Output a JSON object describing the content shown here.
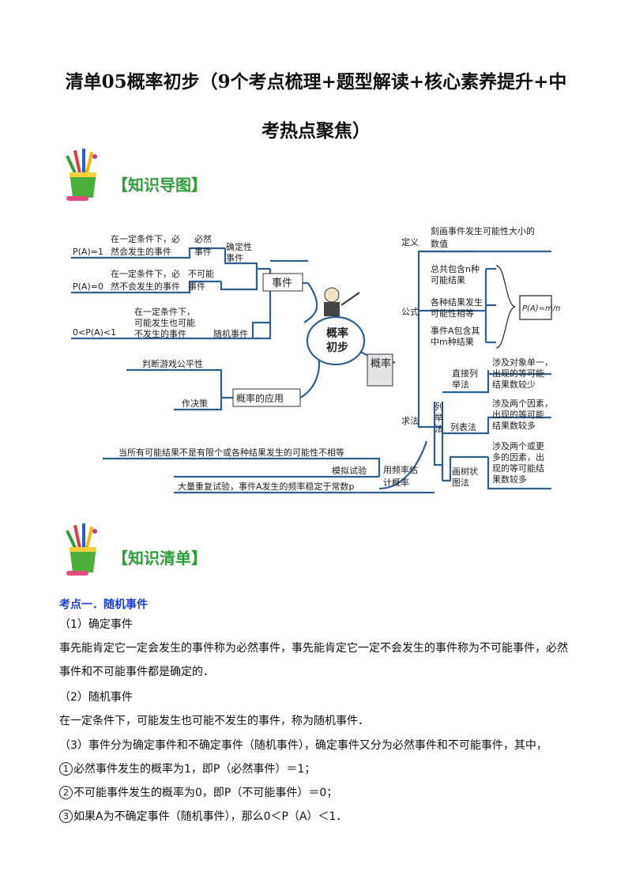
{
  "title": {
    "line1": "清单05概率初步（9个考点梳理+题型解读+核心素养提升+中",
    "line2": "考热点聚焦）"
  },
  "sections": {
    "map_heading": "【知识导图】",
    "list_heading": "【知识清单】"
  },
  "mindmap": {
    "center": [
      "概率",
      "初步"
    ],
    "event": "事件",
    "application": "概率的应用",
    "probability": "概率",
    "certain_type": [
      "确定性",
      "事件"
    ],
    "must_desc": [
      "在一定条件下，必",
      "然会发生的事件"
    ],
    "must_label": [
      "必然",
      "事件"
    ],
    "must_formula": "P(A)=1",
    "impossible_desc": [
      "在一定条件下，必",
      "然不会发生的事件"
    ],
    "impossible_label": [
      "不可能",
      "事件"
    ],
    "impossible_formula": "P(A)=0",
    "random_desc": [
      "在一定条件下，",
      "可能发生也可能",
      "不发生的事件"
    ],
    "random_label": "随机事件",
    "random_formula": "0<P(A)<1",
    "app_fair": "判断游戏公平性",
    "app_decide": "作决策",
    "def_label": "定义",
    "def_text": [
      "刻画事件发生可能性大小的",
      "数值"
    ],
    "formula_label": "公式",
    "formula_items": [
      [
        "总共包含n种",
        "可能结果"
      ],
      [
        "各种结果发生",
        "可能性相等"
      ],
      [
        "事件A包含其",
        "中m种结果"
      ]
    ],
    "formula_box": "P(A)=m/n",
    "method_label": "求法",
    "list_method": [
      "列",
      "举",
      "法"
    ],
    "direct_list": [
      "直接列",
      "举法"
    ],
    "direct_desc": [
      "涉及对象单一，",
      "出现的等可能",
      "结果数较少"
    ],
    "table_method": "列表法",
    "table_desc": [
      "涉及两个因素，",
      "出现的等可能",
      "结果数较多"
    ],
    "tree_method": [
      "画树状",
      "图法"
    ],
    "tree_desc": [
      "涉及两个或更",
      "多的因素，出",
      "现的等可能结",
      "果数较多"
    ],
    "freq_label": [
      "用频率估",
      "计概率"
    ],
    "freq_cond": "当所有可能结果不是有限个或各种结果发生的可能性不相等",
    "simulation": "模拟试验",
    "stable": "大量重复试验，事件A发生的频率稳定于常数p"
  },
  "content": {
    "kp1": "考点一．随机事件",
    "h1": "（1）确定事件",
    "p1a": "事先能肯定它一定会发生的事件称为必然事件，事先能肯定它一定不会发生的事件称为不可能事件，必然",
    "p1b": "事件和不可能事件都是确定的．",
    "h2": "（2）随机事件",
    "p2": "在一定条件下，可能发生也可能不发生的事件，称为随机事件．",
    "h3": "（3）事件分为确定事件和不确定事件（随机事件），确定事件又分为必然事件和不可能事件，其中，",
    "items": [
      {
        "num": "1",
        "text": "必然事件发生的概率为1，即P（必然事件）＝1；"
      },
      {
        "num": "2",
        "text": "不可能事件发生的概率为0，即P（不可能事件）＝0；"
      },
      {
        "num": "3",
        "text": "如果A为不确定事件（随机事件），那么0＜P（A）＜1．"
      }
    ]
  },
  "colors": {
    "heading_green": "#2e9e3a",
    "kp_blue": "#1c3fd6",
    "line_blue": "#2f5f8f"
  }
}
